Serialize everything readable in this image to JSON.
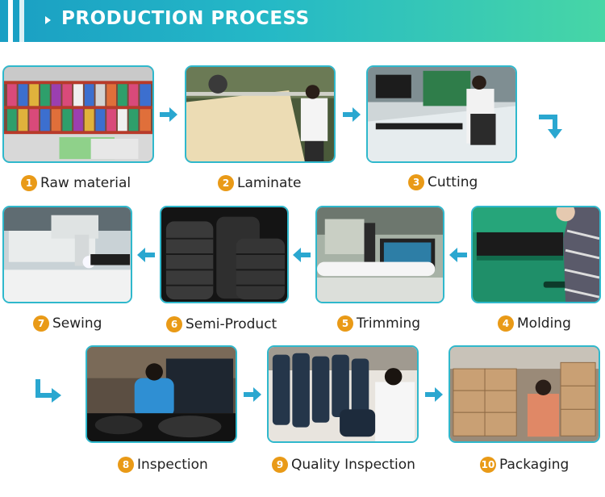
{
  "banner": {
    "title": "PRODUCTION PROCESS"
  },
  "steps": [
    {
      "num": "1",
      "label": "Raw material"
    },
    {
      "num": "2",
      "label": "Laminate"
    },
    {
      "num": "3",
      "label": "Cutting"
    },
    {
      "num": "4",
      "label": "Molding"
    },
    {
      "num": "5",
      "label": "Trimming"
    },
    {
      "num": "6",
      "label": "Semi-Product"
    },
    {
      "num": "7",
      "label": "Sewing"
    },
    {
      "num": "8",
      "label": "Inspection"
    },
    {
      "num": "9",
      "label": "Quality Inspection"
    },
    {
      "num": "10",
      "label": "Packaging"
    }
  ],
  "colors": {
    "accent": "#2fb8cc",
    "badge": "#e99a17",
    "arrow": "#2aa7d0"
  }
}
